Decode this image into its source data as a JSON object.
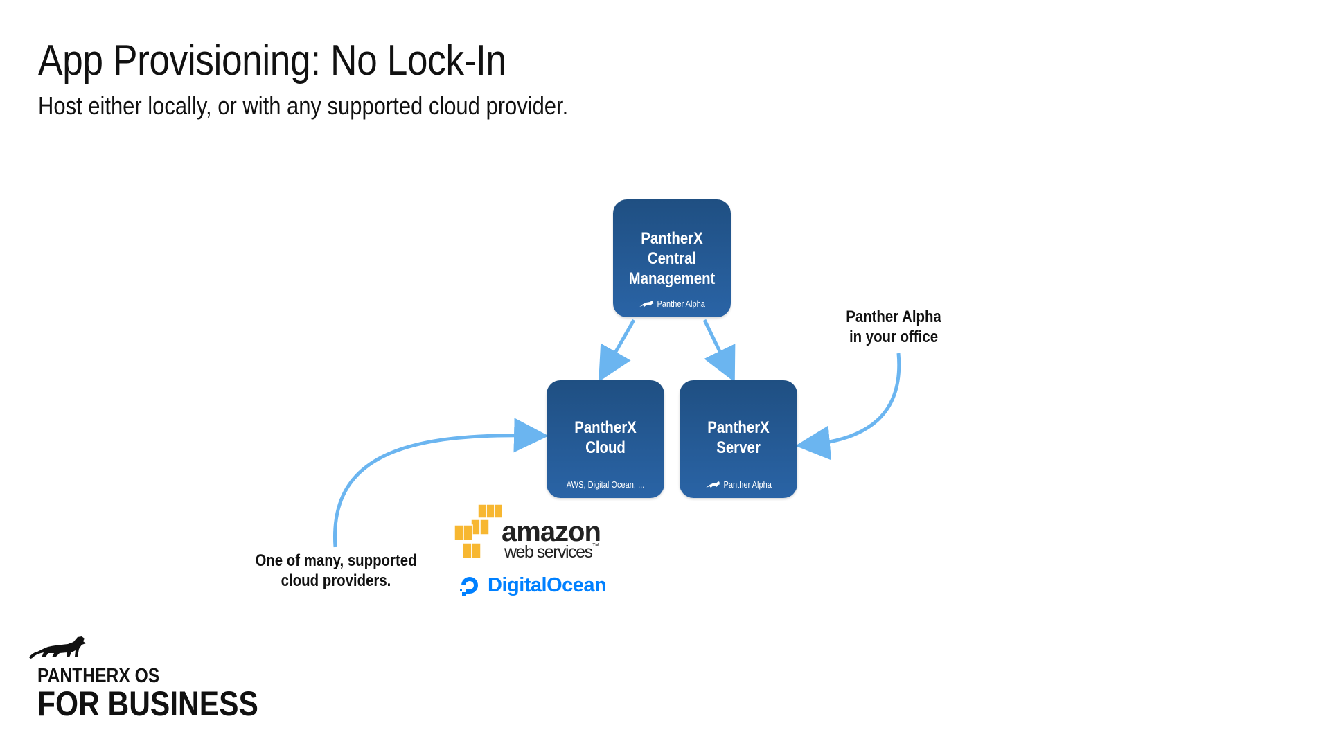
{
  "header": {
    "title": "App Provisioning: No Lock-In",
    "subtitle": "Host either locally, or with any supported cloud provider."
  },
  "nodes": {
    "central": {
      "title": "PantherX\nCentral\nManagement",
      "footer": "Panther Alpha",
      "footer_icon": "panther-icon"
    },
    "cloud": {
      "title": "PantherX\nCloud",
      "footer": "AWS, Digital Ocean, ..."
    },
    "server": {
      "title": "PantherX\nServer",
      "footer": "Panther Alpha",
      "footer_icon": "panther-icon"
    }
  },
  "annotations": {
    "office": "Panther Alpha\nin your office",
    "providers": "One of many, supported\ncloud providers."
  },
  "logos": {
    "aws_line1": "amazon",
    "aws_line2": "web services",
    "aws_tm": "™",
    "digitalocean": "DigitalOcean"
  },
  "brand": {
    "line1": "PANTHERX OS",
    "line2": "FOR BUSINESS"
  },
  "colors": {
    "node_top": "#1f4f82",
    "node_bottom": "#2a64a6",
    "arrow": "#6bb5f0",
    "aws_orange": "#f7b731",
    "do_blue": "#0080ff"
  }
}
